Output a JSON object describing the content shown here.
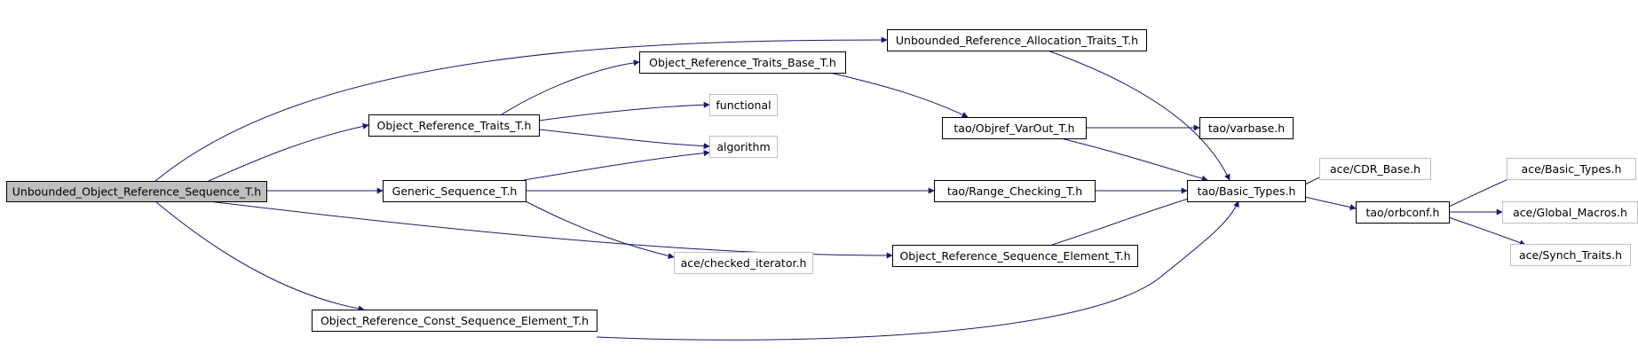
{
  "colors": {
    "edge": "#1a1a6e",
    "node_border": "#000000",
    "external_border": "#bfbfbf",
    "root_fill": "#bfbfbf",
    "node_fill": "#ffffff"
  },
  "nodes": [
    {
      "id": "root",
      "label": "Unbounded_Object_Reference_Sequence_T.h",
      "kind": "root"
    },
    {
      "id": "uralloc",
      "label": "Unbounded_Reference_Allocation_Traits_T.h",
      "kind": "file"
    },
    {
      "id": "ortb",
      "label": "Object_Reference_Traits_Base_T.h",
      "kind": "file"
    },
    {
      "id": "functional",
      "label": "functional",
      "kind": "external"
    },
    {
      "id": "ort",
      "label": "Object_Reference_Traits_T.h",
      "kind": "file"
    },
    {
      "id": "algorithm",
      "label": "algorithm",
      "kind": "external"
    },
    {
      "id": "objref",
      "label": "tao/Objref_VarOut_T.h",
      "kind": "file"
    },
    {
      "id": "varbase",
      "label": "tao/varbase.h",
      "kind": "file"
    },
    {
      "id": "cdr",
      "label": "ace/CDR_Base.h",
      "kind": "external"
    },
    {
      "id": "acebasic",
      "label": "ace/Basic_Types.h",
      "kind": "external"
    },
    {
      "id": "generic",
      "label": "Generic_Sequence_T.h",
      "kind": "file"
    },
    {
      "id": "range",
      "label": "tao/Range_Checking_T.h",
      "kind": "file"
    },
    {
      "id": "taobasic",
      "label": "tao/Basic_Types.h",
      "kind": "file"
    },
    {
      "id": "orbconf",
      "label": "tao/orbconf.h",
      "kind": "file"
    },
    {
      "id": "globalm",
      "label": "ace/Global_Macros.h",
      "kind": "external"
    },
    {
      "id": "checked",
      "label": "ace/checked_iterator.h",
      "kind": "external"
    },
    {
      "id": "synch",
      "label": "ace/Synch_Traits.h",
      "kind": "external"
    },
    {
      "id": "orse",
      "label": "Object_Reference_Sequence_Element_T.h",
      "kind": "file"
    },
    {
      "id": "orcse",
      "label": "Object_Reference_Const_Sequence_Element_T.h",
      "kind": "file"
    }
  ],
  "edges": [
    {
      "from": "root",
      "to": "uralloc"
    },
    {
      "from": "root",
      "to": "ort"
    },
    {
      "from": "root",
      "to": "generic"
    },
    {
      "from": "root",
      "to": "orse"
    },
    {
      "from": "root",
      "to": "orcse"
    },
    {
      "from": "ort",
      "to": "ortb"
    },
    {
      "from": "ort",
      "to": "functional"
    },
    {
      "from": "ort",
      "to": "algorithm"
    },
    {
      "from": "ortb",
      "to": "objref"
    },
    {
      "from": "generic",
      "to": "algorithm"
    },
    {
      "from": "generic",
      "to": "checked"
    },
    {
      "from": "generic",
      "to": "range"
    },
    {
      "from": "uralloc",
      "to": "taobasic"
    },
    {
      "from": "objref",
      "to": "varbase"
    },
    {
      "from": "objref",
      "to": "taobasic"
    },
    {
      "from": "range",
      "to": "taobasic"
    },
    {
      "from": "orse",
      "to": "taobasic"
    },
    {
      "from": "orcse",
      "to": "taobasic"
    },
    {
      "from": "taobasic",
      "to": "cdr"
    },
    {
      "from": "taobasic",
      "to": "orbconf"
    },
    {
      "from": "orbconf",
      "to": "acebasic"
    },
    {
      "from": "orbconf",
      "to": "globalm"
    },
    {
      "from": "orbconf",
      "to": "synch"
    }
  ]
}
